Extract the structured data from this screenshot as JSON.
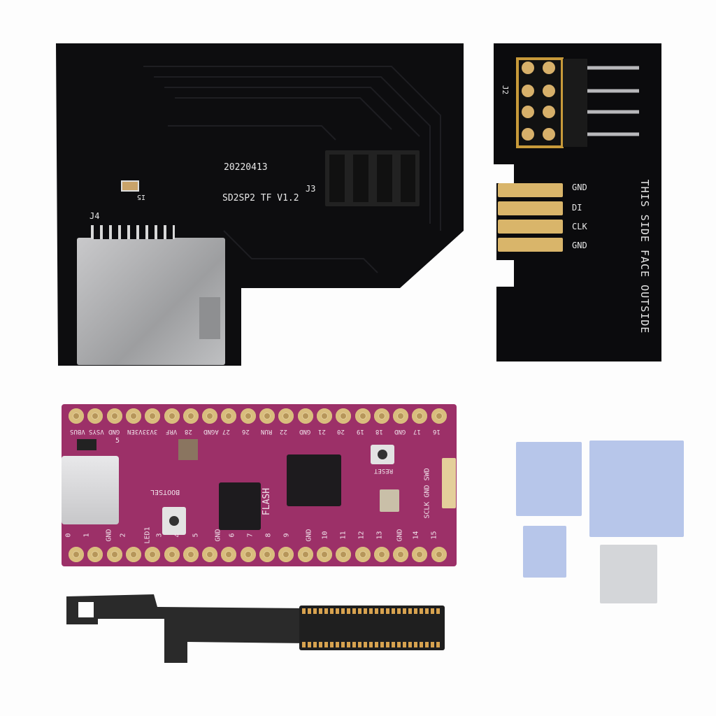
{
  "sd_board": {
    "date_code": "20220413",
    "model": "SD2SP2  TF  V1.2",
    "j3": "J3",
    "j4": "J4",
    "i5": "I5",
    "color": "#0d0d0f"
  },
  "adapter_card": {
    "j2": "J2",
    "pads": [
      "GND",
      "DI",
      "CLK",
      "GND"
    ],
    "side_text": "THIS SIDE FACE OUTSIDE",
    "color": "#0b0b0d"
  },
  "pico_board": {
    "color": "#9c3068",
    "top_labels": [
      "VBUS",
      "VSYS",
      "GND",
      "3V3EN",
      "3V3",
      "VRF",
      "28",
      "AGND",
      "27",
      "26",
      "RUN",
      "22",
      "GND",
      "21",
      "20",
      "19",
      "18",
      "GND",
      "17",
      "16"
    ],
    "bottom_labels": [
      "0",
      "1",
      "GND",
      "2",
      "LED1",
      "3",
      "4",
      "5",
      "GND",
      "6",
      "7",
      "8",
      "9",
      "GND",
      "10",
      "11",
      "12",
      "13",
      "GND",
      "14",
      "15"
    ],
    "chip_labels": {
      "bootsel": "BOOTSEL",
      "flash": "FLASH",
      "reset": "RESET",
      "swd": "SCLK GND SWD",
      "five": "5"
    }
  },
  "thermal_pads": {
    "blue": "#b7c6ea",
    "gray": "#d4d6d9"
  },
  "flex_cable": {
    "color": "#2a2a2a",
    "pad_color": "#d7a24f"
  }
}
